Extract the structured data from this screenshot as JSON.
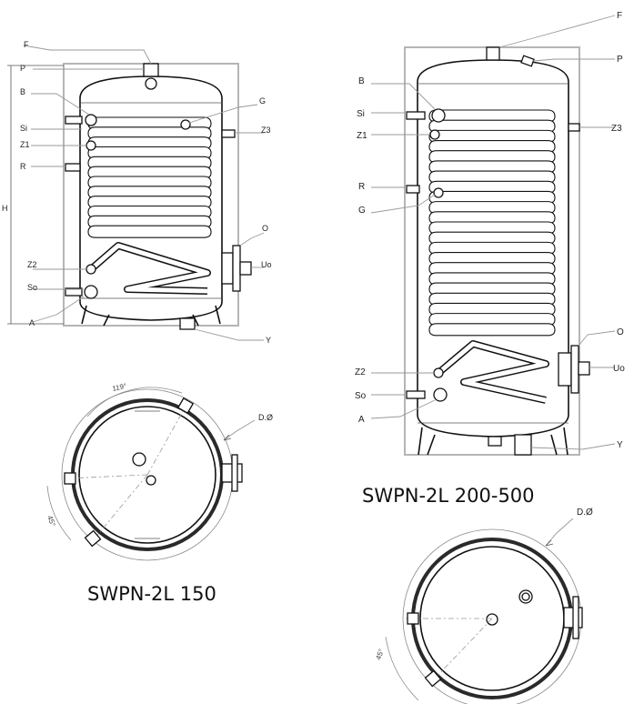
{
  "tank_small": {
    "labels": {
      "F": "F",
      "P": "P",
      "B": "B",
      "Si": "Si",
      "G": "G",
      "Z3": "Z3",
      "Z1": "Z1",
      "R": "R",
      "H": "H",
      "O": "O",
      "Uo": "Uo",
      "Z2": "Z2",
      "So": "So",
      "A": "A",
      "Y": "Y"
    },
    "caption": "SWPN-2L 150"
  },
  "tank_large": {
    "labels": {
      "F": "F",
      "P": "P",
      "B": "B",
      "Si": "Si",
      "Z3": "Z3",
      "Z1": "Z1",
      "R": "R",
      "G": "G",
      "O": "O",
      "Uo": "Uo",
      "Z2": "Z2",
      "So": "So",
      "A": "A",
      "Y": "Y"
    },
    "caption": "SWPN-2L 200-500"
  },
  "top_view_small": {
    "diameter_label": "D.Ø",
    "angle_1": "119°",
    "angle_2": "45°"
  },
  "top_view_large": {
    "diameter_label": "D.Ø",
    "angle": "45°"
  },
  "colors": {
    "outline": "#111111",
    "frame": "#b5b5b5",
    "leader": "#999999",
    "background": "#ffffff"
  }
}
